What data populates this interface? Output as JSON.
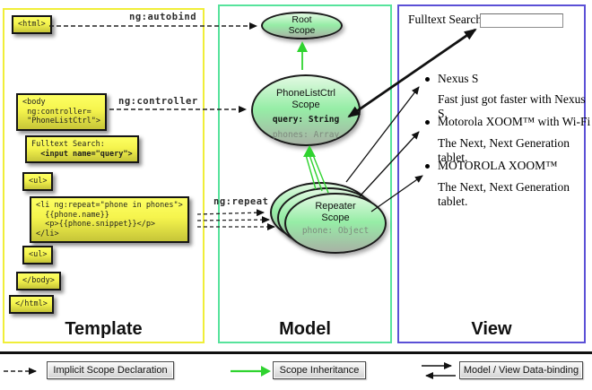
{
  "template_panel": {
    "title": "Template",
    "html_open": "<html>",
    "body_open": "<body\n ng:controller=\n \"PhoneListCtrl\">",
    "search_line1": "Fulltext Search:",
    "search_line2": "  <input name=\"query\">",
    "ul_open": "<ul>",
    "li_repeat": "<li ng:repeat=\"phone in phones\">\n  {{phone.name}}\n  <p>{{phone.snippet}}</p>\n</li>",
    "ul_close": "<ul>",
    "body_close": "</body>",
    "html_close": "</html>"
  },
  "model_panel": {
    "title": "Model",
    "root_scope": {
      "name": "Root\nScope"
    },
    "ctrl_scope": {
      "name": "PhoneListCtrl\nScope",
      "prop_bold": "query: String",
      "prop_gray": "phones: Array"
    },
    "repeater_scope": {
      "name": "Repeater\nScope",
      "prop_gray": "phone: Object"
    }
  },
  "view_panel": {
    "title": "View",
    "search_label": "Fulltext Search:",
    "search_value": "",
    "items": [
      {
        "title": "Nexus S",
        "desc": "Fast just got faster with Nexus S."
      },
      {
        "title": "Motorola XOOM™  with Wi-Fi",
        "desc": "The Next, Next Generation tablet."
      },
      {
        "title": "MOTOROLA XOOM™",
        "desc": "The Next, Next Generation tablet."
      }
    ]
  },
  "annotations": {
    "autobind": "ng:autobind",
    "controller": "ng:controller",
    "repeat": "ng:repeat"
  },
  "legend": [
    {
      "label": "Implicit Scope Declaration",
      "arrow": "dashed-black-arrow"
    },
    {
      "label": "Scope Inheritance",
      "arrow": "solid-green-arrow"
    },
    {
      "label": "Model / View Data-binding",
      "arrow": "double-black-arrow"
    }
  ],
  "colors": {
    "template_border": "#f0ee39",
    "model_border": "#57e39c",
    "view_border": "#5b50d6",
    "green_arrow": "#2fd32f",
    "code_box_top": "#fdff63",
    "code_box_bottom": "#c6c538",
    "scope_fill": "#96eda6"
  }
}
